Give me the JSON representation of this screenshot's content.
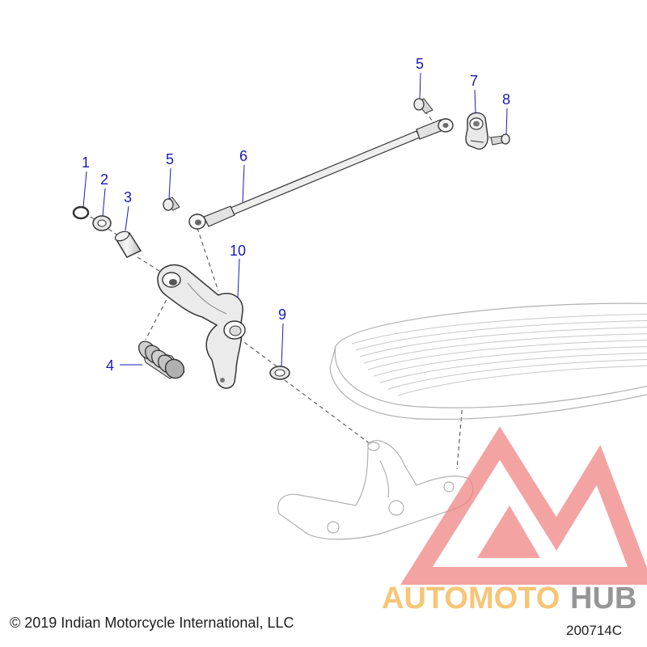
{
  "callouts": [
    {
      "id": "1",
      "label": "1"
    },
    {
      "id": "2",
      "label": "2"
    },
    {
      "id": "3",
      "label": "3"
    },
    {
      "id": "4",
      "label": "4"
    },
    {
      "id": "5a",
      "label": "5"
    },
    {
      "id": "5b",
      "label": "5"
    },
    {
      "id": "6",
      "label": "6"
    },
    {
      "id": "7",
      "label": "7"
    },
    {
      "id": "8",
      "label": "8"
    },
    {
      "id": "9",
      "label": "9"
    },
    {
      "id": "10",
      "label": "10"
    }
  ],
  "watermark": {
    "text_part1": "AUTOMOTO",
    "text_part2": "HUB",
    "color_primary": "#f08080",
    "color_secondary": "#f5b041",
    "color_hub": "#6e6e6e"
  },
  "copyright": "© 2019 Indian Motorcycle International, LLC",
  "figure_id": "200714C",
  "colors": {
    "callout": "#1a1ab5",
    "part_stroke": "#3a3a3a",
    "part_fill": "#ededed",
    "faded_stroke": "#b8b8b8"
  }
}
